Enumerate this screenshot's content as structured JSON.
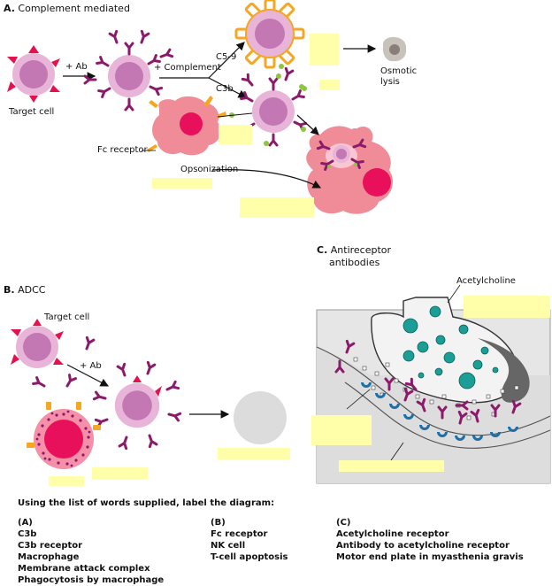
{
  "section_a": {
    "letter": "A.",
    "title": "Complement mediated",
    "labels": {
      "target_cell": "Target cell",
      "plus_ab": "+ Ab",
      "plus_complement": "+ Complement",
      "c5_9": "C5-9",
      "c3b": "C3b",
      "osmotic": "Osmotic",
      "lysis": "lysis",
      "fc_receptor": "Fc receptor",
      "opsonization": "Opsonization"
    }
  },
  "section_b": {
    "letter": "B.",
    "title": "ADCC",
    "labels": {
      "target_cell": "Target cell",
      "plus_ab": "+ Ab"
    }
  },
  "section_c": {
    "letter": "C.",
    "title_line1": "Antireceptor",
    "title_line2": "antibodies",
    "labels": {
      "acetylcholine": "Acetylcholine"
    }
  },
  "instructions": "Using the list of words supplied, label the diagram:",
  "word_lists": {
    "a": {
      "heading": "(A)",
      "items": [
        "C3b",
        "C3b receptor",
        "Macrophage",
        "Membrane attack complex",
        "Phagocytosis by macrophage"
      ]
    },
    "b": {
      "heading": "(B)",
      "items": [
        "Fc receptor",
        "NK cell",
        "T-cell apoptosis"
      ]
    },
    "c": {
      "heading": "(C)",
      "items": [
        "Acetylcholine receptor",
        "Antibody to acetylcholine receptor",
        "Motor end plate in myasthenia gravis"
      ]
    }
  },
  "colors": {
    "target_outer": "#e8b4d8",
    "target_inner": "#c378b4",
    "antibody": "#8b1a6b",
    "macrophage": "#f08c98",
    "nucleus": "#e8105a",
    "fc_receptor": "#f5a623",
    "c3b": "#8dc63f",
    "vesicle": "#1a9e96",
    "receptor": "#1e6fa8",
    "blank_label": "#ffffaa"
  }
}
